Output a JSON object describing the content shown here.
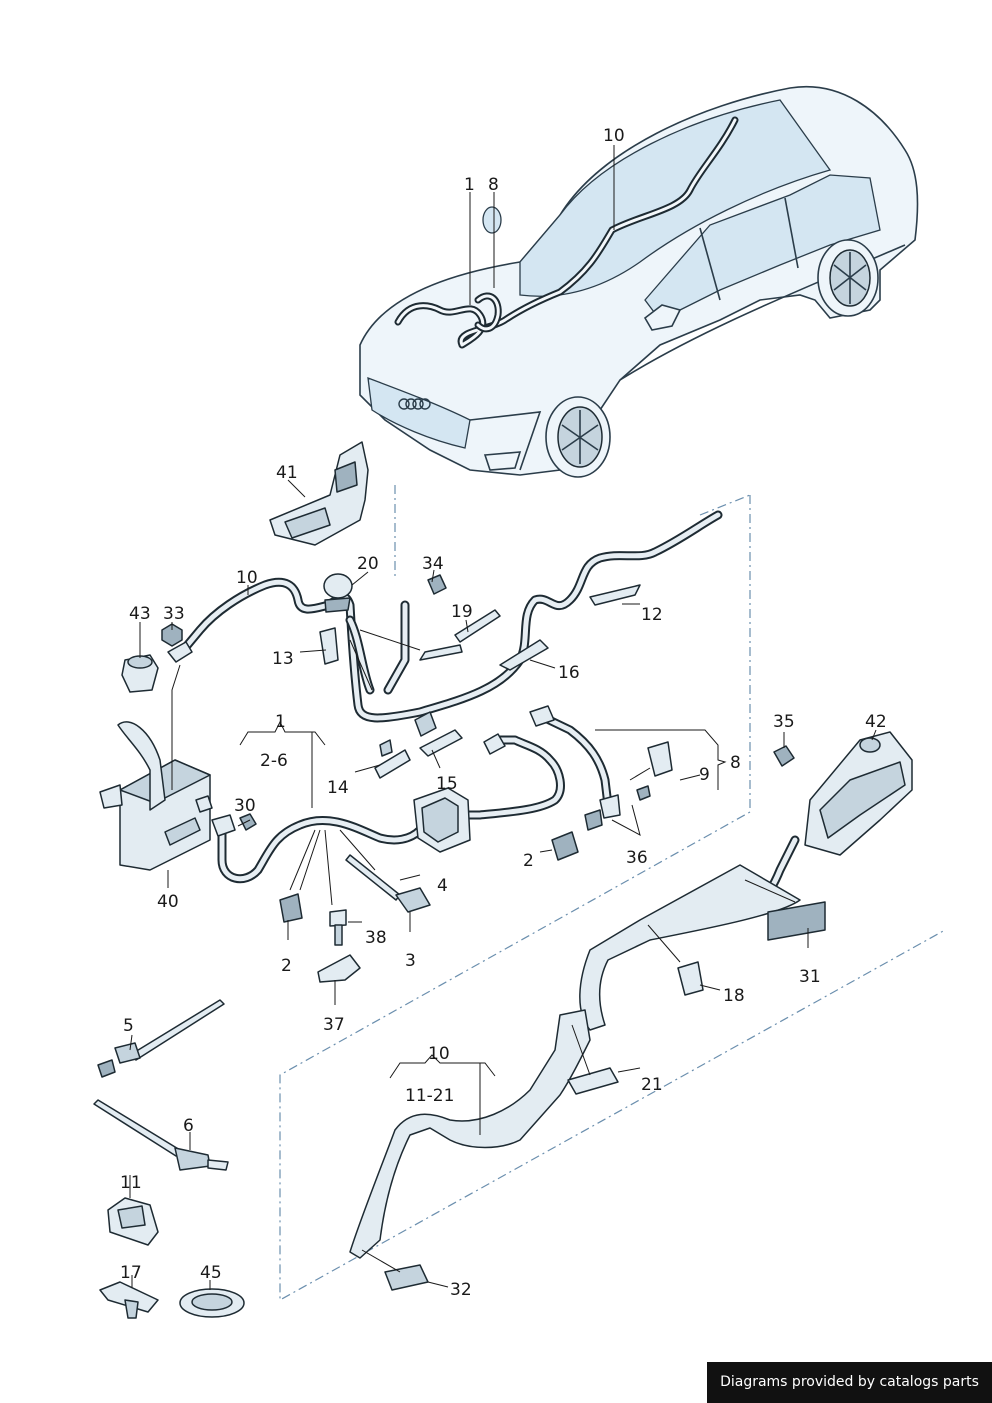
{
  "callouts": {
    "c1_top": "1",
    "c8_top": "8",
    "c10_top": "10",
    "c41": "41",
    "c20": "20",
    "c34": "34",
    "c10_mid": "10",
    "c43": "43",
    "c33": "33",
    "c19": "19",
    "c13": "13",
    "c12": "12",
    "c16": "16",
    "c1_group": "1",
    "c2_6": "2-6",
    "c14": "14",
    "c15": "15",
    "c30": "30",
    "c40": "40",
    "c4": "4",
    "c2_a": "2",
    "c2_b": "2",
    "c3": "3",
    "c38": "38",
    "c37": "37",
    "c35": "35",
    "c42": "42",
    "c9": "9",
    "c8_side": "8",
    "c36": "36",
    "c31": "31",
    "c18": "18",
    "c21": "21",
    "c5": "5",
    "c6": "6",
    "c11": "11",
    "c17": "17",
    "c45": "45",
    "c10_group": "10",
    "c11_21": "11-21",
    "c32": "32"
  },
  "credit": "Diagrams provided by catalogs parts",
  "colors": {
    "line": "#1e2b33",
    "glass": "#d4e6f2",
    "body": "#eef5fa",
    "dashed": "#6b8fae"
  }
}
